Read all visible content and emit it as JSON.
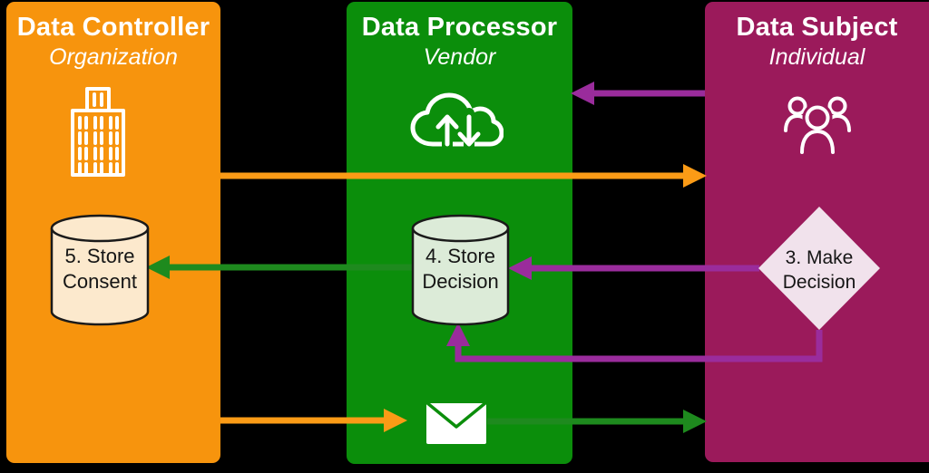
{
  "colors": {
    "background": "#000000",
    "controller_bg": "#F7940D",
    "processor_bg": "#0B8E0B",
    "subject_bg": "#9B1A5B",
    "arrow_orange": "#FB9B16",
    "arrow_green": "#1E8A1E",
    "arrow_purple": "#9A2C9C",
    "consent_db_fill": "#FCE9CD",
    "decision_db_fill": "#DCEBD8",
    "diamond_fill": "#F1E2EC",
    "heading_text": "#FFFFFF",
    "label_text": "#151515",
    "icon_stroke": "#FFFFFF",
    "envelope_fill": "#FFFFFF",
    "envelope_flap": "#0B8E0B"
  },
  "columns": [
    {
      "title": "Data Controller",
      "subtitle": "Organization",
      "icon": "building-icon"
    },
    {
      "title": "Data Processor",
      "subtitle": "Vendor",
      "icon": "cloud-sync-icon"
    },
    {
      "title": "Data Subject",
      "subtitle": "Individual",
      "icon": "people-icon"
    }
  ],
  "nodes": {
    "store_consent": {
      "shape": "database",
      "lines": [
        "5. Store",
        "Consent"
      ]
    },
    "store_decision": {
      "shape": "database",
      "lines": [
        "4. Store",
        "Decision"
      ]
    },
    "make_decision": {
      "shape": "diamond",
      "lines": [
        "3. Make",
        "Decision"
      ]
    }
  }
}
